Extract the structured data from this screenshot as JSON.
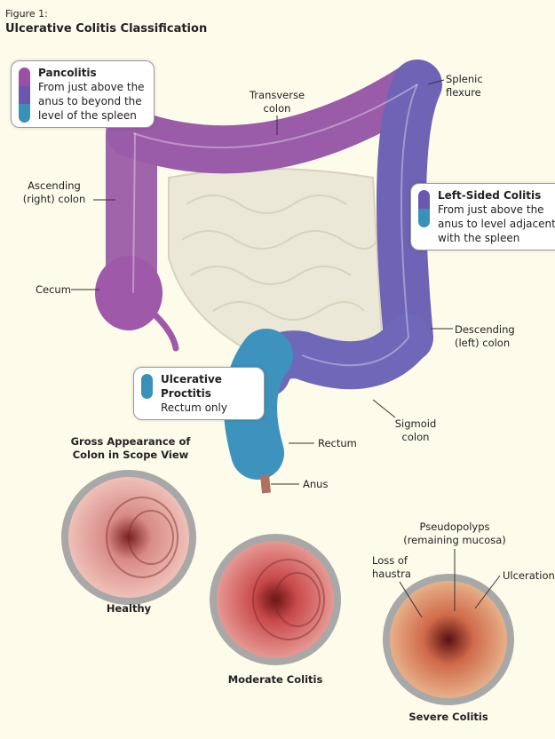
{
  "figure": {
    "label": "Figure 1:",
    "title": "Ulcerative Colitis Classification"
  },
  "legend": [
    {
      "title": "Pancolitis",
      "lines": [
        "From just above the",
        "anus to beyond the",
        "level of the spleen"
      ],
      "colors": [
        "#9c4fa6",
        "#6a58b0",
        "#3a91b8"
      ]
    },
    {
      "title": "Left-Sided Colitis",
      "lines": [
        "From just above the",
        "anus to level adjacent",
        "with the spleen"
      ],
      "colors": [
        "#6a58b0",
        "#3a91b8"
      ]
    },
    {
      "title": "Ulcerative Proctitis",
      "lines": [
        "Rectum only"
      ],
      "colors": [
        "#3a91b8"
      ]
    }
  ],
  "anatomy": {
    "transverse": [
      "Transverse",
      "colon"
    ],
    "splenic": [
      "Splenic",
      "flexure"
    ],
    "ascending": [
      "Ascending",
      "(right) colon"
    ],
    "cecum": "Cecum",
    "descending": [
      "Descending",
      "(left) colon"
    ],
    "sigmoid": [
      "Sigmoid",
      "colon"
    ],
    "rectum": "Rectum",
    "anus": "Anus"
  },
  "scope": {
    "heading": [
      "Gross Appearance of",
      "Colon in Scope View"
    ],
    "healthy": "Healthy",
    "moderate": "Moderate Colitis",
    "severe": "Severe Colitis",
    "pseudopolyps": [
      "Pseudopolyps",
      "(remaining mucosa)"
    ],
    "haustra": [
      "Loss of",
      "haustra"
    ],
    "ulceration": "Ulceration"
  },
  "colors": {
    "background": "#fdfbe9",
    "pancolitis": "#9c4fa6",
    "left_sided": "#6a58b0",
    "proctitis": "#3a91b8",
    "intestine": "#ece8d8"
  }
}
